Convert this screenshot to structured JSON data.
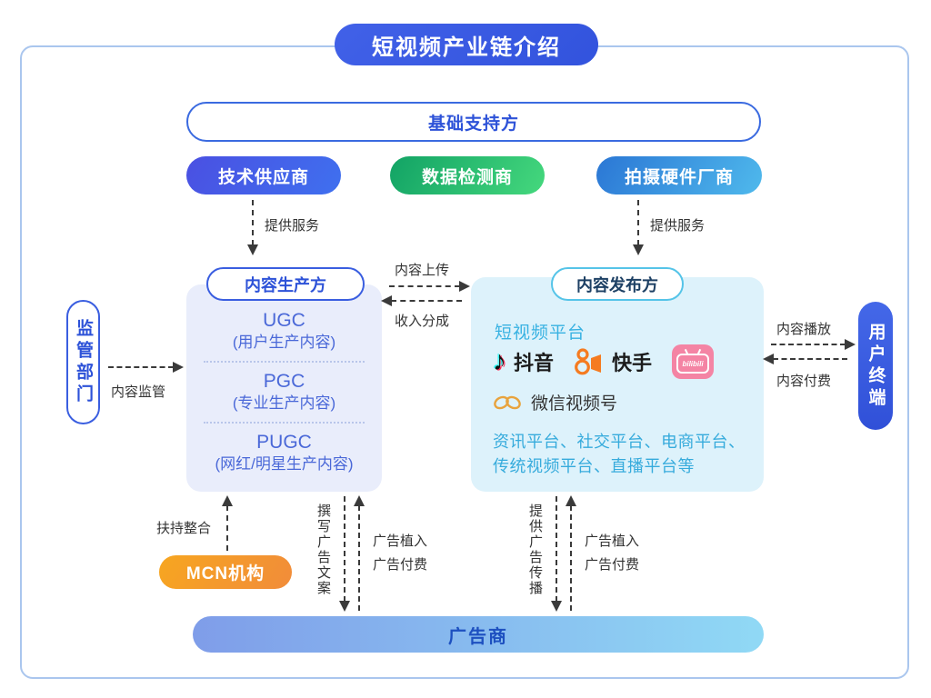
{
  "title": "短视频产业链介绍",
  "colors": {
    "frame_border": "#aac6ee",
    "title_blue": "#3a5be0",
    "tech_pill": "#4a50e2",
    "data_pill_green": "#12a365",
    "hardware_pill_blue": "#2b77d5",
    "producer_box_bg": "#e9edfb",
    "producer_accent": "#2d52d8",
    "publisher_box_bg": "#ddf2fb",
    "publisher_border_cyan": "#55c4e8",
    "publisher_text_cyan": "#38b2e2",
    "mcn_orange": "#f7a620",
    "ad_bar_left": "#7f9de9",
    "ad_bar_right": "#90d9f5",
    "bilibili_pink": "#f484a4",
    "kuaishou_orange": "#f57b20",
    "wechat_channels_orange": "#e8a33d"
  },
  "support": {
    "header": "基础支持方",
    "providers": [
      {
        "label": "技术供应商"
      },
      {
        "label": "数据检测商"
      },
      {
        "label": "拍摄硬件厂商"
      }
    ],
    "service_label_left": "提供服务",
    "service_label_right": "提供服务"
  },
  "producer": {
    "header": "内容生产方",
    "items": [
      {
        "abbr": "UGC",
        "desc": "(用户生产内容)"
      },
      {
        "abbr": "PGC",
        "desc": "(专业生产内容)"
      },
      {
        "abbr": "PUGC",
        "desc": "(网红/明星生产内容)"
      }
    ]
  },
  "publisher": {
    "header": "内容发布方",
    "section_title": "短视频平台",
    "platforms": [
      {
        "name": "抖音"
      },
      {
        "name": "快手"
      },
      {
        "name": "bilibili"
      },
      {
        "name": "微信视频号"
      }
    ],
    "other_platforms_line1": "资讯平台、社交平台、电商平台、",
    "other_platforms_line2": "传统视频平台、直播平台等"
  },
  "exchange": {
    "upload_label": "内容上传",
    "revenue_label": "收入分成"
  },
  "regulator": {
    "label": "监管部门",
    "arrow_label": "内容监管"
  },
  "user_terminal": {
    "label": "用户终端",
    "play_label": "内容播放",
    "pay_label": "内容付费"
  },
  "mcn": {
    "label": "MCN机构",
    "arrow_label": "扶持整合"
  },
  "advertiser": {
    "label": "广告商",
    "left_vertical_label": "撰写广告文案",
    "left_pair_line1": "广告植入",
    "left_pair_line2": "广告付费",
    "right_vertical_label": "提供广告传播",
    "right_pair_line1": "广告植入",
    "right_pair_line2": "广告付费"
  }
}
